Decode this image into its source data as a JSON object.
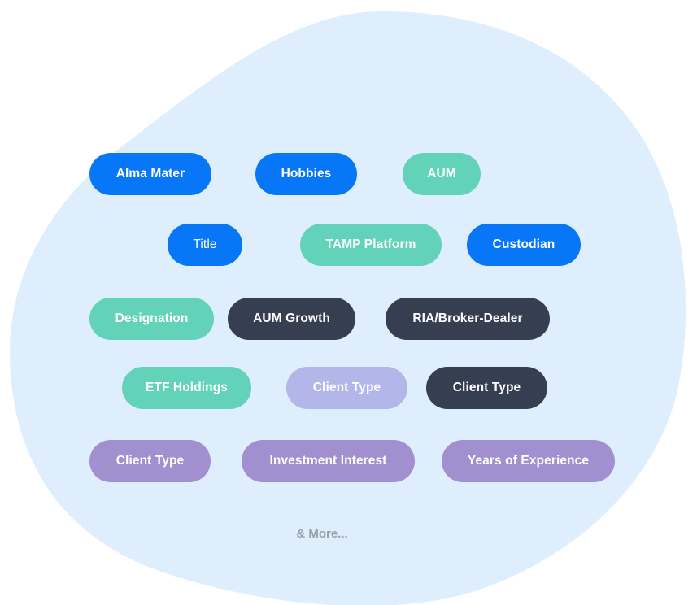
{
  "colors": {
    "blob": "#dfeefc",
    "blue": "#0877f7",
    "teal": "#62d2b8",
    "navy": "#363e52",
    "lavender": "#b3b6e9",
    "purple": "#a28fcf"
  },
  "tags": [
    {
      "label": "Alma Mater",
      "color": "#0877f7"
    },
    {
      "label": "Hobbies",
      "color": "#0877f7"
    },
    {
      "label": "AUM",
      "color": "#62d2b8"
    },
    {
      "label": "Title",
      "color": "#0877f7"
    },
    {
      "label": "TAMP Platform",
      "color": "#62d2b8"
    },
    {
      "label": "Custodian",
      "color": "#0877f7"
    },
    {
      "label": "Designation",
      "color": "#62d2b8"
    },
    {
      "label": "AUM Growth",
      "color": "#363e52"
    },
    {
      "label": "RIA/Broker-Dealer",
      "color": "#363e52"
    },
    {
      "label": "ETF Holdings",
      "color": "#62d2b8"
    },
    {
      "label": "Client Type",
      "color": "#b3b6e9"
    },
    {
      "label": "Client Type",
      "color": "#363e52"
    },
    {
      "label": "Client Type",
      "color": "#a28fcf"
    },
    {
      "label": "Investment Interest",
      "color": "#a28fcf"
    },
    {
      "label": "Years of Experience",
      "color": "#a28fcf"
    }
  ],
  "more_label": "& More..."
}
